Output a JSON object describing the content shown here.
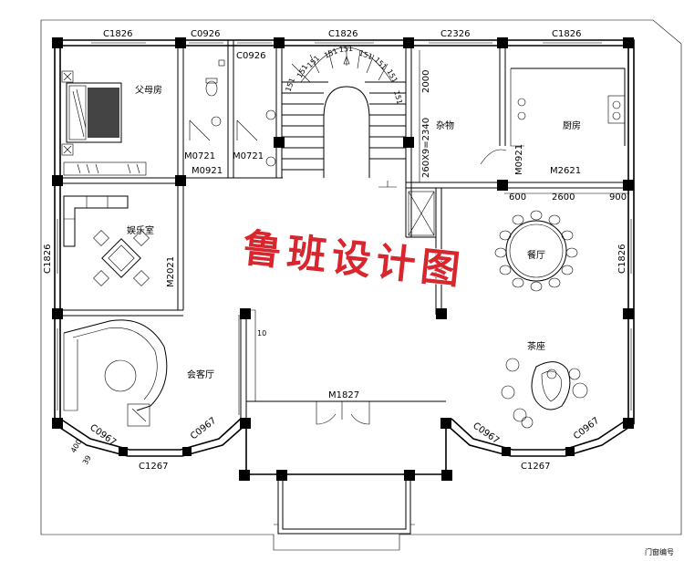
{
  "watermark": "鲁班设计图",
  "legend_note": "门窗编号",
  "rooms": {
    "parents": "父母房",
    "entertainment": "娱乐室",
    "living": "会客厅",
    "dining": "餐厅",
    "tea": "茶座",
    "kitchen": "厨房",
    "storage": "杂物"
  },
  "windows": {
    "top_left": "C1826",
    "wc1": "C0926",
    "wc2": "C0926",
    "stair": "C1826",
    "storage": "C2326",
    "kitchen": "C1826",
    "left_side": "C1826",
    "right_side": "C1826",
    "bay_left_a": "C0967",
    "bay_left_b": "C0967",
    "bay_left_c": "C1267",
    "bay_right_a": "C0967",
    "bay_right_b": "C0967",
    "bay_right_c": "C1267"
  },
  "doors": {
    "wc1": "M0721",
    "wc2": "M0721",
    "parents": "M0921",
    "ent": "M2021",
    "kitchen": "M0921",
    "dining": "M2621",
    "main": "M1827"
  },
  "dims": {
    "d600": "600",
    "d2600": "2600",
    "d900": "900",
    "d2000": "2000",
    "d2340": "260X9=2340",
    "d400": "400",
    "d39": "39",
    "d10": "10"
  },
  "steps": [
    "151",
    "151",
    "151",
    "151",
    "151",
    "151",
    "151",
    "151",
    "151"
  ]
}
